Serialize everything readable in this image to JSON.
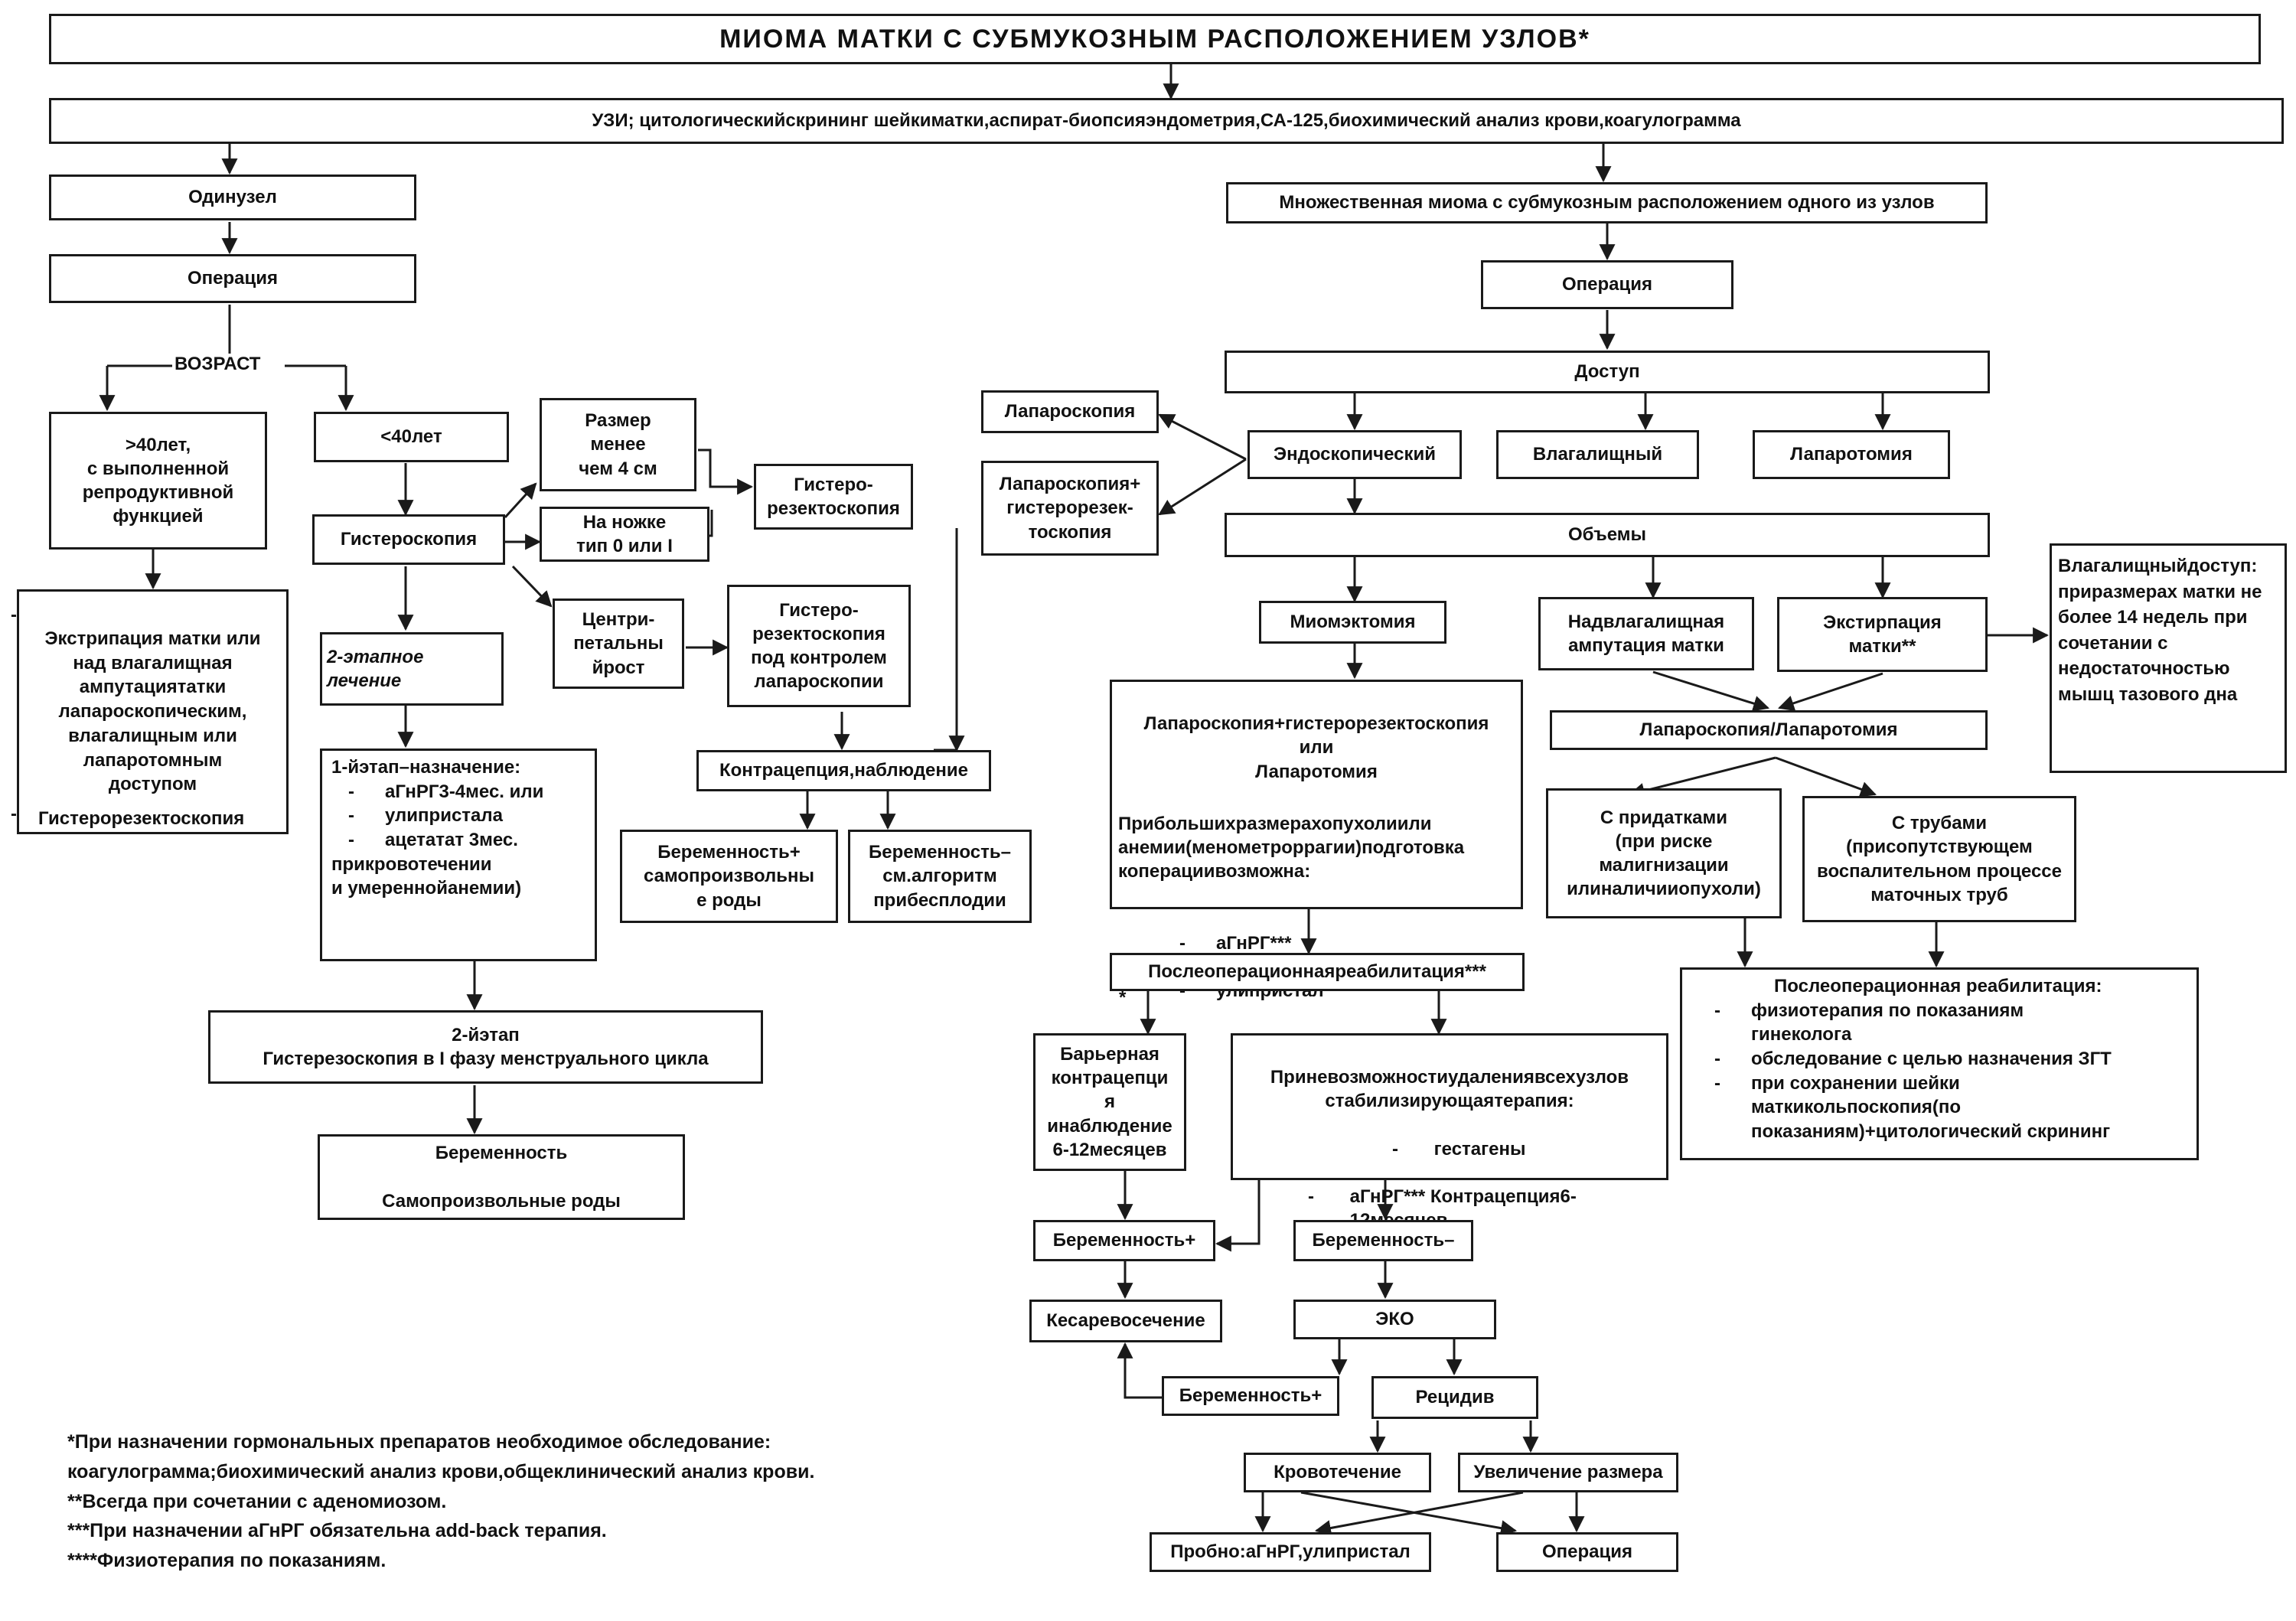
{
  "title": "МИОМА МАТКИ С СУБМУКОЗНЫМ РАСПОЛОЖЕНИЕМ УЗЛОВ*",
  "nodes": {
    "exam": "УЗИ; цитологическийскрининг шейкиматки,аспират-биопсияэндометрия,СА-125,биохимический анализ крови,коагулограмма",
    "single_node": "Одинузел",
    "operation_left": "Операция",
    "age": "ВОЗРАСТ",
    "over40": ">40лет,\nс выполненной\nрепродуктивной\nфункцией",
    "under40": "<40лет",
    "size_less4": "Размер\nменее\nчем 4 см",
    "pedicle": "На ножке\nтип 0 или I",
    "central": "Центри-\nпетальны\nйрост",
    "hystero_resecto_1": "Гистеро-\nрезектоскопия",
    "hystero_resecto_lap": "Гистеро-\nрезектоскопия\nпод контролем\nлапароскопии",
    "hysteroscopy": "Гистероскопия",
    "two_stage": "2-этапное\nлечение",
    "stage1_title": "1-йэтап–назначение:",
    "stage1_items": [
      "аГнРГ3-4мес. или",
      "улипристала",
      "ацетатат 3мес."
    ],
    "stage1_tail": "прикровотечении\nи умереннойанемии)",
    "stage2": "2-йэтап\nГистерезоскопия в I фазу менструального цикла",
    "pregnancy_births": "Беременность\n\nСамопроизвольные роды",
    "contraception_obs": "Контрацепция,наблюдение",
    "pregnancy_plus_births": "Беременность+\nсамопроизвольны\nе роды",
    "pregnancy_minus_infert": "Беременность–\nсм.алгоритм\nприбесплодии",
    "extirpation_list": "Экстрипация матки или\nнад влагалищная\nампутациятатки\nлапароскопическим,\nвлагалищным или\nлапаротомным\nдоступом",
    "hystero_resecto_list": "Гистерорезектоскопия",
    "multiple": "Множественная миома с субмукозным расположением одного из узлов",
    "operation_right": "Операция",
    "access": "Доступ",
    "laparoscopy": "Лапароскопия",
    "lap_hystero": "Лапароскопия+\nгистерорезек-\nтоскопия",
    "endoscopic": "Эндоскопический",
    "vaginal": "Влагалищный",
    "laparotomy": "Лапаротомия",
    "volumes": "Объемы",
    "vaginal_access_note": "Влагалищныйдоступ:\nприразмерах матки не\nболее 14 недель при\nсочетании с\nнедостаточностью\nмышц тазового дна",
    "myomectomy": "Миомэктомия",
    "supravag": "Надвлагалищная\nампутация матки",
    "extirpation": "Экстирпация\nматки**",
    "lap_hystero_big": "Лапароскопия+гистерорезектоскопия\nили\nЛапаротомия",
    "lap_hystero_big_note": "Прибольшихразмерахопухолиили\nанемии(менометроррагии)подготовка\nкоперациивозможна:",
    "lap_hystero_big_items": [
      "аГнРГ***",
      "улипристал"
    ],
    "lap_laparotomy": "Лапароскопия/Лапаротомия",
    "with_adnexa": "С придатками\n(при риске\nмалигнизации\nилиналичииопухоли)",
    "with_tubes": "С трубами\n(присопутствующем\nвоспалительном процессе\nматочных труб",
    "postop_rehab": "Послеоперационнаяреабилитация***",
    "postop_rehab_star": "*",
    "barrier": "Барьерная\nконтрацепци\nя\nинаблюдение\n6-12месяцев",
    "impossible_title": "順Приневозможностиудалениявсехузлов\nстабилизирующаятерапия:",
    "impossible_items": [
      "гестагены",
      "аГнРГ*** Контрацепция6-\n12месяцев"
    ],
    "postop_rehab2_title": "Послеоперационная реабилитация:",
    "postop_rehab2_items": [
      "физиотерапия по показаниям\nгинеколога",
      "обследование с целью назначения ЗГТ",
      "при сохранении шейки\nматкикольпоскопия(по\nпоказаниям)+цитологический скрининг"
    ],
    "pregnancy_plus_1": "Беременность+",
    "pregnancy_minus": "Беременность–",
    "cesarean": "Кесаревосечение",
    "eco": "ЭКО",
    "pregnancy_plus_2": "Беременность+",
    "relapse": "Рецидив",
    "bleeding": "Кровотечение",
    "size_increase": "Увеличение размера",
    "trial": "Пробно:аГнРГ,улипристал",
    "operation_bottom": "Операция"
  },
  "footnotes": [
    "*При назначении гормональных препаратов необходимое обследование:\n коагулограмма;биохимический анализ крови,общеклинический анализ крови.",
    "**Всегда при сочетании с аденомиозом.",
    "***При назначении аГнРГ обязательна add-back терапия.",
    "****Физиотерапия по показаниям."
  ]
}
